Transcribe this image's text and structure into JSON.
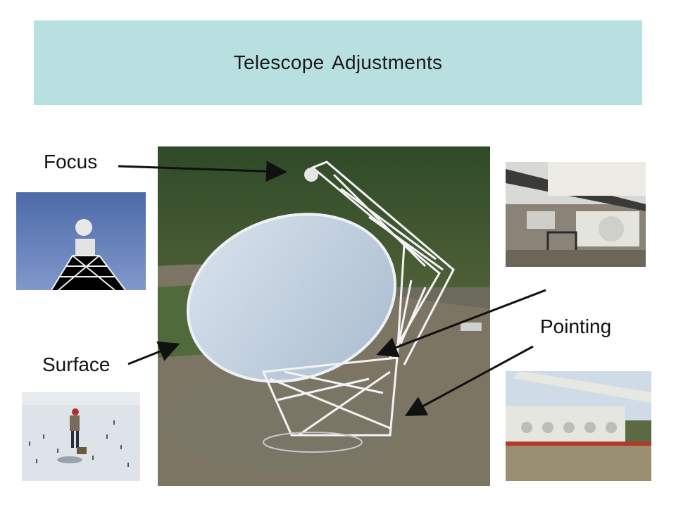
{
  "slide": {
    "title": "Telescope Adjustments",
    "labels": {
      "focus": "Focus",
      "pointing": "Pointing",
      "surface": "Surface"
    }
  },
  "colors": {
    "title_background": "#b9e0e1",
    "arrow": "#111111"
  }
}
